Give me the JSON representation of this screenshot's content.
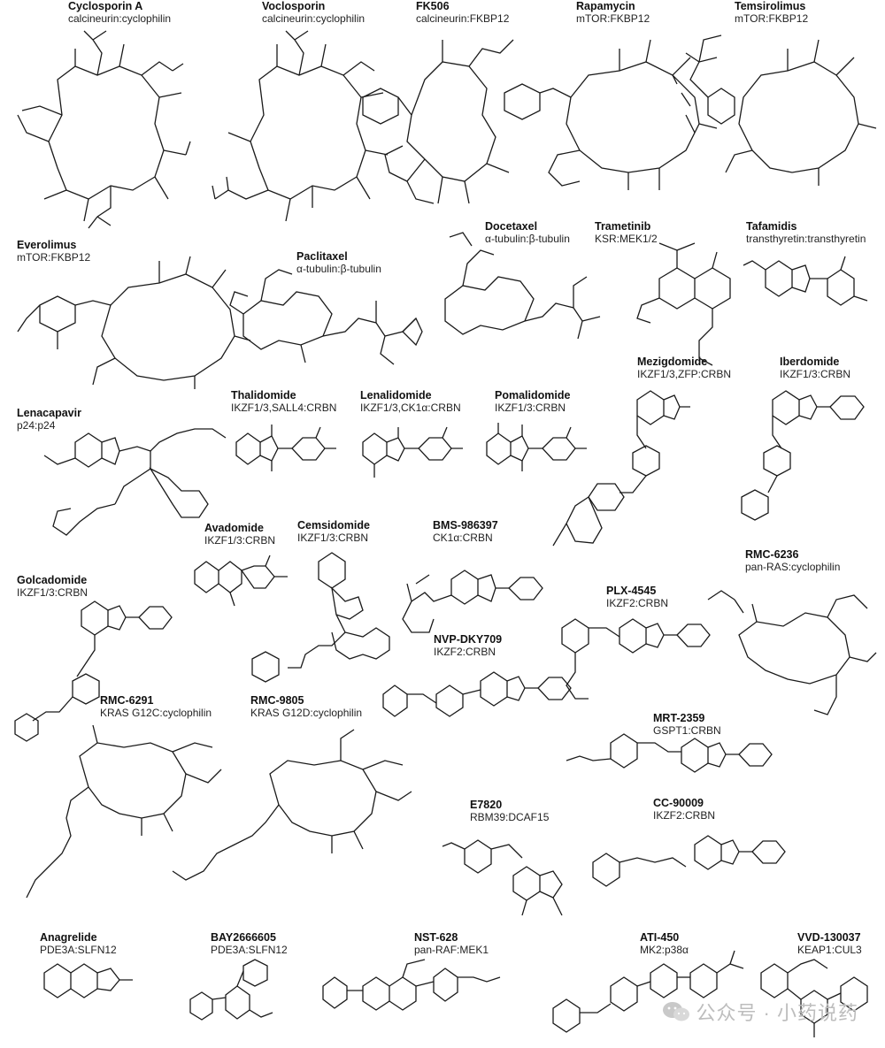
{
  "molecules": [
    {
      "id": "cyclosporin-a",
      "name": "Cyclosporin A",
      "target": "calcineurin:cyclophilin"
    },
    {
      "id": "voclosporin",
      "name": "Voclosporin",
      "target": "calcineurin:cyclophilin"
    },
    {
      "id": "fk506",
      "name": "FK506",
      "target": "calcineurin:FKBP12"
    },
    {
      "id": "rapamycin",
      "name": "Rapamycin",
      "target": "mTOR:FKBP12"
    },
    {
      "id": "temsirolimus",
      "name": "Temsirolimus",
      "target": "mTOR:FKBP12"
    },
    {
      "id": "everolimus",
      "name": "Everolimus",
      "target": "mTOR:FKBP12"
    },
    {
      "id": "paclitaxel",
      "name": "Paclitaxel",
      "target": "α-tubulin:β-tubulin"
    },
    {
      "id": "docetaxel",
      "name": "Docetaxel",
      "target": "α-tubulin:β-tubulin"
    },
    {
      "id": "trametinib",
      "name": "Trametinib",
      "target": "KSR:MEK1/2"
    },
    {
      "id": "tafamidis",
      "name": "Tafamidis",
      "target": "transthyretin:transthyretin"
    },
    {
      "id": "mezigdomide",
      "name": "Mezigdomide",
      "target": "IKZF1/3,ZFP:CRBN"
    },
    {
      "id": "iberdomide",
      "name": "Iberdomide",
      "target": "IKZF1/3:CRBN"
    },
    {
      "id": "thalidomide",
      "name": "Thalidomide",
      "target": "IKZF1/3,SALL4:CRBN"
    },
    {
      "id": "lenalidomide",
      "name": "Lenalidomide",
      "target": "IKZF1/3,CK1α:CRBN"
    },
    {
      "id": "pomalidomide",
      "name": "Pomalidomide",
      "target": "IKZF1/3:CRBN"
    },
    {
      "id": "lenacapavir",
      "name": "Lenacapavir",
      "target": "p24:p24"
    },
    {
      "id": "avadomide",
      "name": "Avadomide",
      "target": "IKZF1/3:CRBN"
    },
    {
      "id": "cemsidomide",
      "name": "Cemsidomide",
      "target": "IKZF1/3:CRBN"
    },
    {
      "id": "bms-986397",
      "name": "BMS-986397",
      "target": "CK1α:CRBN"
    },
    {
      "id": "rmc-6236",
      "name": "RMC-6236",
      "target": "pan-RAS:cyclophilin"
    },
    {
      "id": "golcadomide",
      "name": "Golcadomide",
      "target": "IKZF1/3:CRBN"
    },
    {
      "id": "plx-4545",
      "name": "PLX-4545",
      "target": "IKZF2:CRBN"
    },
    {
      "id": "nvp-dky709",
      "name": "NVP-DKY709",
      "target": "IKZF2:CRBN"
    },
    {
      "id": "rmc-6291",
      "name": "RMC-6291",
      "target": "KRAS G12C:cyclophilin"
    },
    {
      "id": "rmc-9805",
      "name": "RMC-9805",
      "target": "KRAS G12D:cyclophilin"
    },
    {
      "id": "mrt-2359",
      "name": "MRT-2359",
      "target": "GSPT1:CRBN"
    },
    {
      "id": "e7820",
      "name": "E7820",
      "target": "RBM39:DCAF15"
    },
    {
      "id": "cc-90009",
      "name": "CC-90009",
      "target": "IKZF2:CRBN"
    },
    {
      "id": "anagrelide",
      "name": "Anagrelide",
      "target": "PDE3A:SLFN12"
    },
    {
      "id": "bay2666605",
      "name": "BAY2666605",
      "target": "PDE3A:SLFN12"
    },
    {
      "id": "nst-628",
      "name": "NST-628",
      "target": "pan-RAF:MEK1"
    },
    {
      "id": "ati-450",
      "name": "ATI-450",
      "target": "MK2:p38α"
    },
    {
      "id": "vvd-130037",
      "name": "VVD-130037",
      "target": "KEAP1:CUL3"
    }
  ],
  "watermark": {
    "text": "公众号 · 小药说药",
    "icon": "wechat-icon"
  },
  "colors": {
    "ink": "#111111",
    "watermark": "#bdbdbd",
    "background": "#ffffff"
  }
}
